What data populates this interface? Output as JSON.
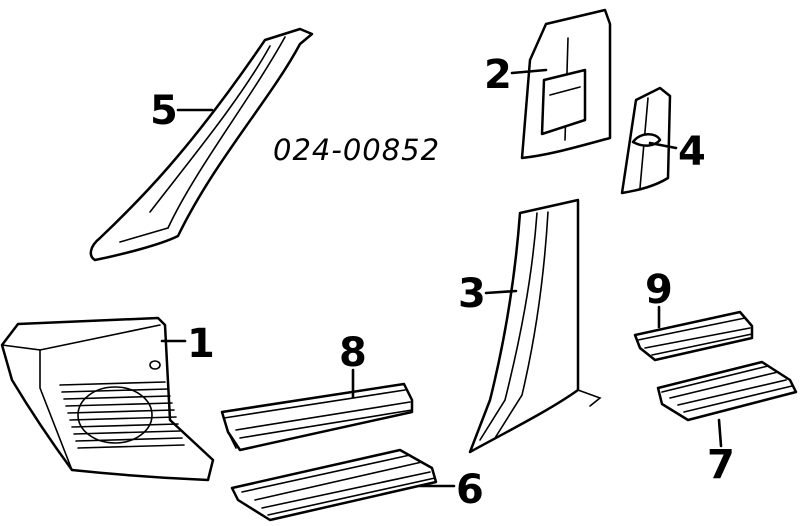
{
  "diagram": {
    "reference_code": "024-00852",
    "colors": {
      "line": "#000000",
      "background": "#ffffff"
    },
    "callouts": [
      {
        "id": "part-1",
        "label": "1"
      },
      {
        "id": "part-2",
        "label": "2"
      },
      {
        "id": "part-3",
        "label": "3"
      },
      {
        "id": "part-4",
        "label": "4"
      },
      {
        "id": "part-5",
        "label": "5"
      },
      {
        "id": "part-6",
        "label": "6"
      },
      {
        "id": "part-7",
        "label": "7"
      },
      {
        "id": "part-8",
        "label": "8"
      },
      {
        "id": "part-9",
        "label": "9"
      }
    ]
  }
}
